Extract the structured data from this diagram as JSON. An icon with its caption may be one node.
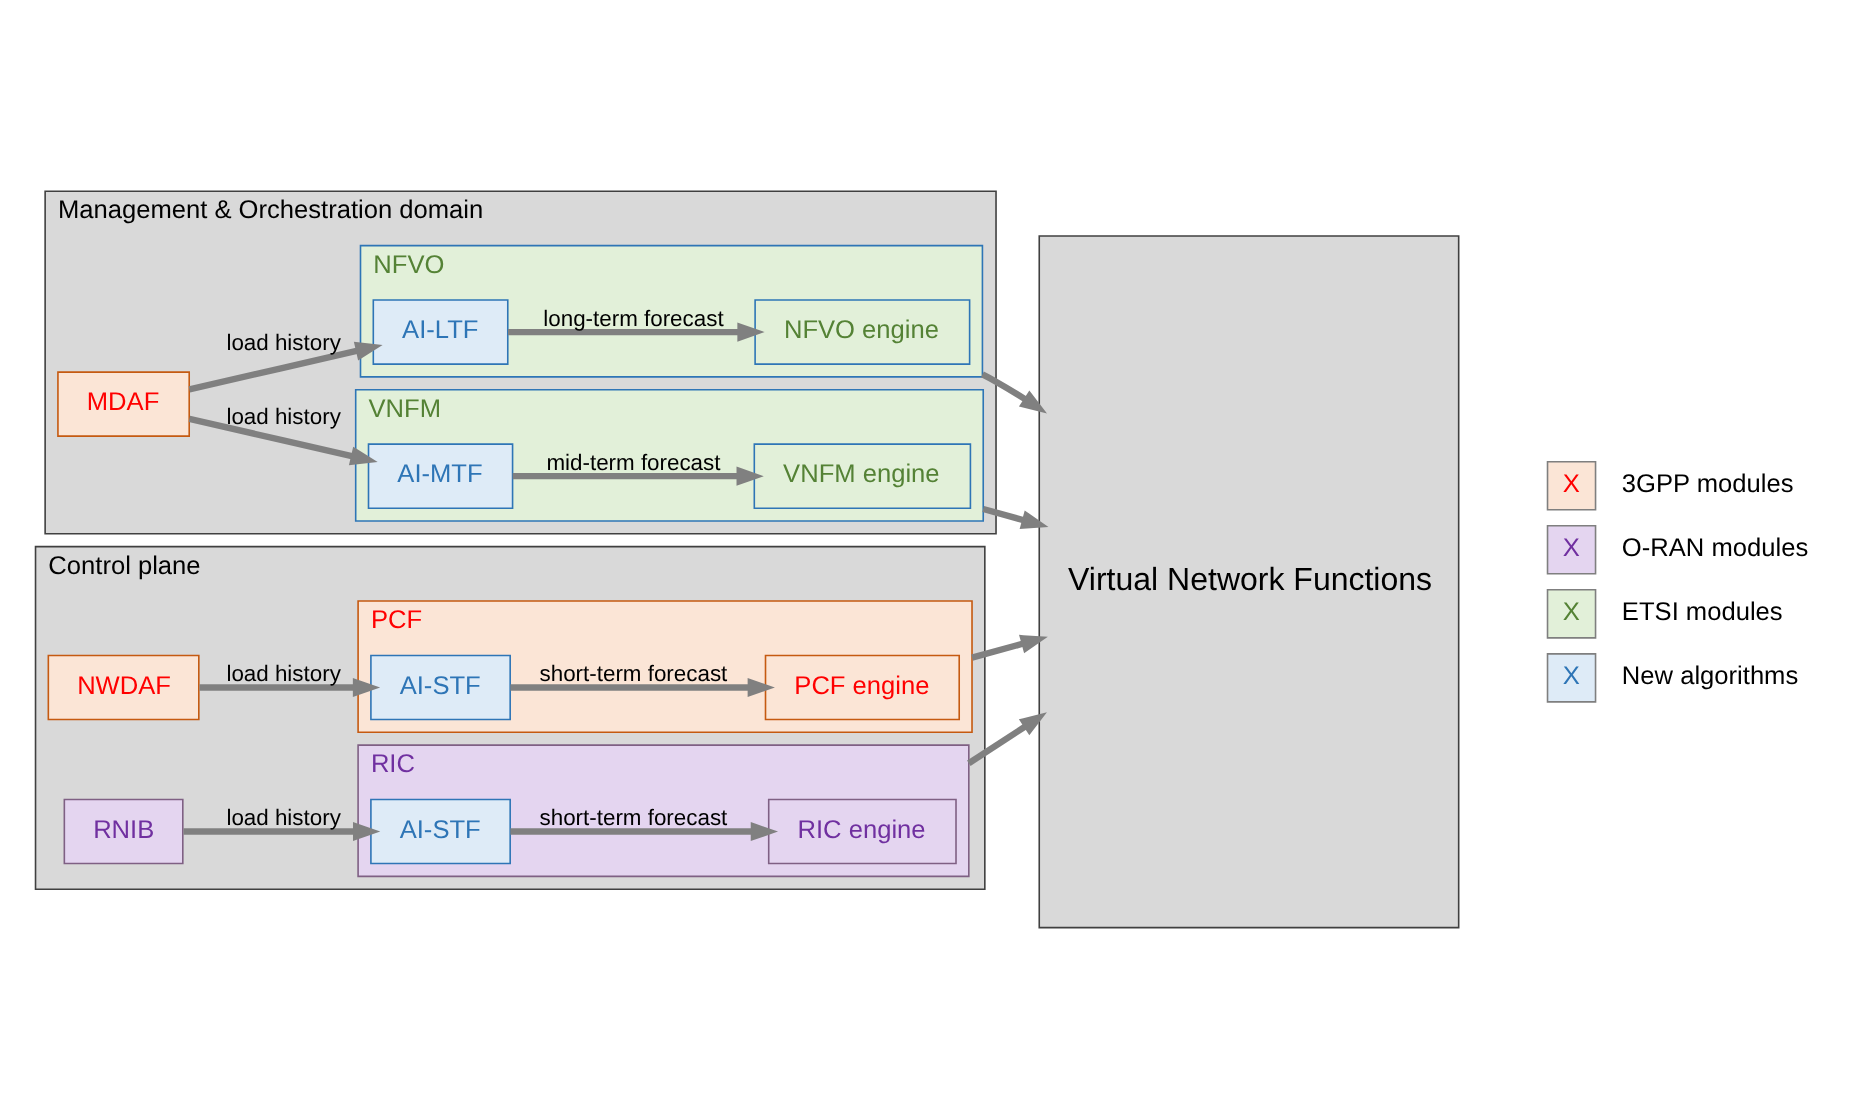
{
  "diagram": {
    "nodes": [
      {
        "text": [
          "Management & Orchestration domain"
        ]
      },
      {
        "text": [
          "MDAF"
        ],
        "in": 0
      },
      {
        "text": [
          "NFVO"
        ],
        "in": 0
      },
      {
        "text": [
          "AI-LTF"
        ],
        "in": 2
      },
      {
        "text": [
          "NFVO engine"
        ],
        "in": 2
      },
      {
        "text": [
          "VNFM"
        ],
        "in": 0
      },
      {
        "text": [
          "AI-MTF"
        ],
        "in": 5
      },
      {
        "text": [
          "VNFM engine"
        ],
        "in": 5
      },
      {
        "text": [
          "Control plane"
        ]
      },
      {
        "text": [
          "NWDAF"
        ],
        "in": 8
      },
      {
        "text": [
          "PCF"
        ],
        "in": 8
      },
      {
        "text": [
          "AI-STF"
        ],
        "in": 10
      },
      {
        "text": [
          "PCF engine"
        ],
        "in": 10
      },
      {
        "text": [
          "RNIB"
        ],
        "in": 8
      },
      {
        "text": [
          "RIC"
        ],
        "in": 8
      },
      {
        "text": [
          "AI-STF"
        ],
        "in": 14
      },
      {
        "text": [
          "RIC engine"
        ],
        "in": 14
      },
      {
        "text": [
          "Virtual Network Functions"
        ]
      }
    ],
    "edges": [
      {
        "from": 1,
        "to": 3,
        "arrow": "to",
        "label": "load history"
      },
      {
        "from": 3,
        "to": 4,
        "arrow": "to",
        "label": "long-term forecast"
      },
      {
        "from": 2,
        "to": 17,
        "arrow": "to"
      },
      {
        "from": 1,
        "to": 6,
        "arrow": "to",
        "label": "load history"
      },
      {
        "from": 6,
        "to": 7,
        "arrow": "to",
        "label": "mid-term forecast"
      },
      {
        "from": 5,
        "to": 17,
        "arrow": "to"
      },
      {
        "from": 9,
        "to": 11,
        "arrow": "to",
        "label": "load history"
      },
      {
        "from": 11,
        "to": 12,
        "arrow": "to",
        "label": "short-term forecast"
      },
      {
        "from": 10,
        "to": 17,
        "arrow": "to"
      },
      {
        "from": 13,
        "to": 15,
        "arrow": "to",
        "label": "load history"
      },
      {
        "from": 15,
        "to": 16,
        "arrow": "to",
        "label": "short-term forecast"
      },
      {
        "from": 14,
        "to": 17,
        "arrow": "to"
      }
    ],
    "labels": [
      "X",
      "X",
      "X",
      "X"
    ],
    "legend": [
      {
        "text": "3GPP modules",
        "color": "#fbe5d6"
      },
      {
        "text": "O-RAN modules",
        "color": "#e4d5f0"
      },
      {
        "text": "ETSI modules",
        "color": "#e2f0d9"
      },
      {
        "text": "New algorithms",
        "color": "#deebf7"
      }
    ]
  }
}
